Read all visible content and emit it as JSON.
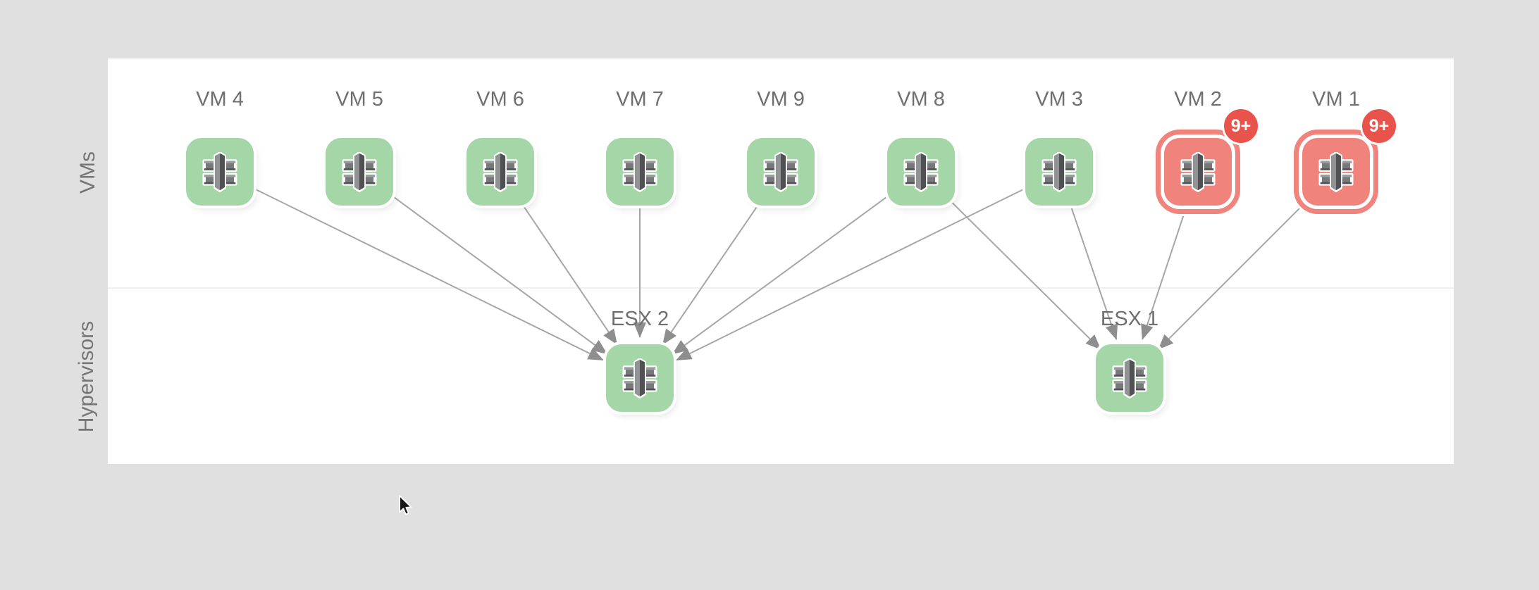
{
  "app": {
    "background_color": "#e0e0e0",
    "panel_color": "#ffffff"
  },
  "rows": [
    {
      "id": "vms",
      "label": "VMs"
    },
    {
      "id": "hypervisors",
      "label": "Hypervisors"
    }
  ],
  "nodes": {
    "vms": [
      {
        "id": "vm4",
        "label": "VM 4",
        "status": "healthy"
      },
      {
        "id": "vm5",
        "label": "VM 5",
        "status": "healthy"
      },
      {
        "id": "vm6",
        "label": "VM 6",
        "status": "healthy"
      },
      {
        "id": "vm7",
        "label": "VM 7",
        "status": "healthy"
      },
      {
        "id": "vm9",
        "label": "VM 9",
        "status": "healthy"
      },
      {
        "id": "vm8",
        "label": "VM 8",
        "status": "healthy"
      },
      {
        "id": "vm3",
        "label": "VM 3",
        "status": "healthy"
      },
      {
        "id": "vm2",
        "label": "VM 2",
        "status": "critical",
        "badge": "9+"
      },
      {
        "id": "vm1",
        "label": "VM 1",
        "status": "critical",
        "badge": "9+"
      }
    ],
    "hypervisors": [
      {
        "id": "esx2",
        "label": "ESX 2",
        "status": "healthy"
      },
      {
        "id": "esx1",
        "label": "ESX 1",
        "status": "healthy"
      }
    ]
  },
  "edges": [
    {
      "from": "vm4",
      "to": "esx2"
    },
    {
      "from": "vm5",
      "to": "esx2"
    },
    {
      "from": "vm6",
      "to": "esx2"
    },
    {
      "from": "vm7",
      "to": "esx2"
    },
    {
      "from": "vm9",
      "to": "esx2"
    },
    {
      "from": "vm8",
      "to": "esx2"
    },
    {
      "from": "vm8",
      "to": "esx1"
    },
    {
      "from": "vm3",
      "to": "esx2"
    },
    {
      "from": "vm3",
      "to": "esx1"
    },
    {
      "from": "vm2",
      "to": "esx1"
    },
    {
      "from": "vm1",
      "to": "esx1"
    }
  ],
  "colors": {
    "page": "#e0e0e0",
    "healthy": "#a5d6a7",
    "critical": "#f0837b",
    "badge": "#e8544b",
    "edge": "#a6a6a6",
    "arrowhead": "#8e8e8e",
    "node_label": "#6f6f6f",
    "row_label": "#757575",
    "divider": "#f0f0f0"
  }
}
